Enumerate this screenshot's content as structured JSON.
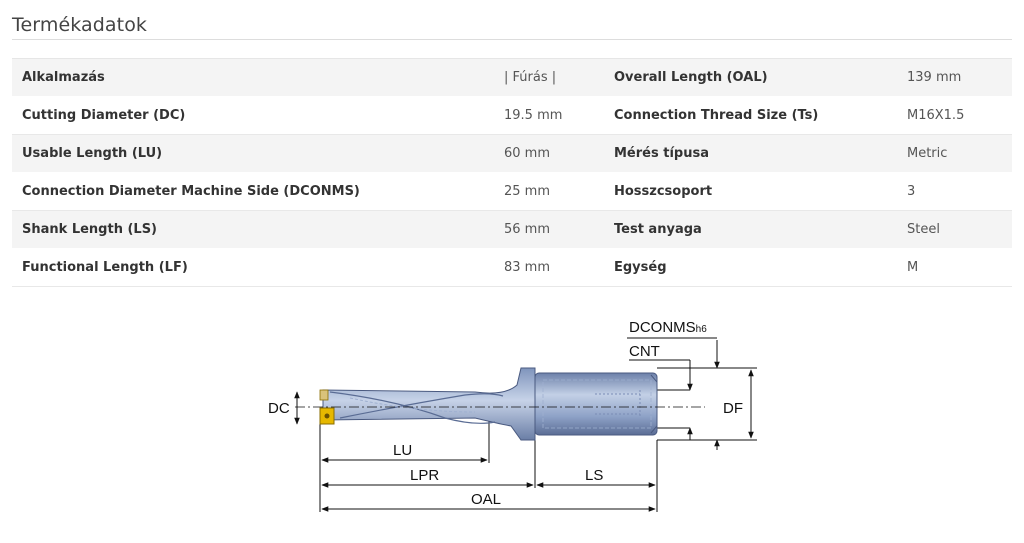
{
  "page": {
    "title": "Termékadatok"
  },
  "specs": [
    {
      "label1": "Alkalmazás",
      "value1": "| Fúrás |",
      "label2": "Overall Length (OAL)",
      "value2": "139 mm"
    },
    {
      "label1": "Cutting Diameter (DC)",
      "value1": "19.5 mm",
      "label2": "Connection Thread Size (Ts)",
      "value2": "M16X1.5"
    },
    {
      "label1": "Usable Length (LU)",
      "value1": "60 mm",
      "label2": "Mérés típusa",
      "value2": "Metric"
    },
    {
      "label1": "Connection Diameter Machine Side (DCONMS)",
      "value1": "25 mm",
      "label2": "Hosszcsoport",
      "value2": "3"
    },
    {
      "label1": "Shank Length (LS)",
      "value1": "56 mm",
      "label2": "Test anyaga",
      "value2": "Steel"
    },
    {
      "label1": "Functional Length (LF)",
      "value1": "83 mm",
      "label2": "Egység",
      "value2": "M"
    }
  ],
  "diagram": {
    "labels": {
      "dconms": "DCONMS",
      "dconms_sub": "h6",
      "cnt": "CNT",
      "dc": "DC",
      "df": "DF",
      "lu": "LU",
      "lpr": "LPR",
      "ls": "LS",
      "oal": "OAL"
    },
    "colors": {
      "body": "#8a9fc4",
      "body_dark": "#5d6f96",
      "body_light": "#b8c6df",
      "insert": "#e6b800",
      "line": "#111111"
    }
  }
}
